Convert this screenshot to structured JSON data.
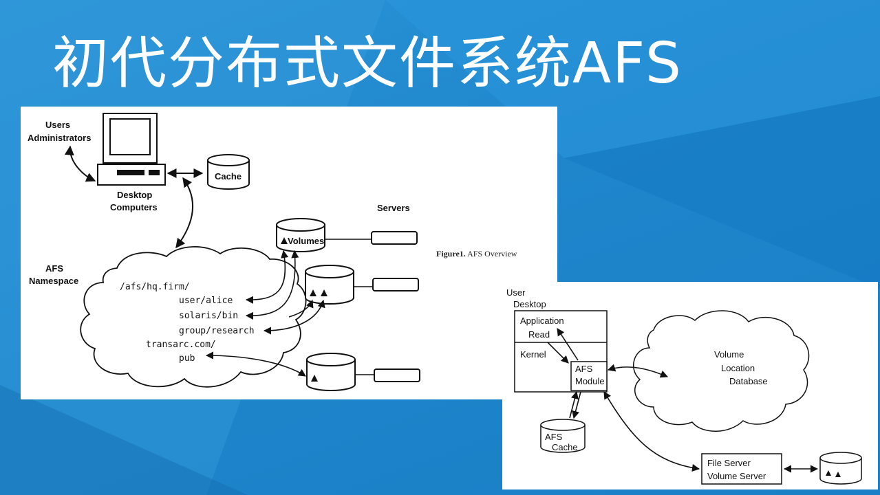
{
  "slide": {
    "title": "初代分布式文件系统AFS"
  },
  "figure1": {
    "caption_bold": "Figure1.",
    "caption_rest": " AFS Overview",
    "users_label": "Users",
    "admins_label": "Administrators",
    "desktop_label_1": "Desktop",
    "desktop_label_2": "Computers",
    "cache_label": "Cache",
    "servers_label": "Servers",
    "volumes_label": "Volumes",
    "namespace_label_1": "AFS",
    "namespace_label_2": "Namespace",
    "paths": [
      "/afs/hq.firm/",
      "user/alice",
      "solaris/bin",
      "group/research",
      "transarc.com/",
      "pub"
    ]
  },
  "figure2": {
    "user_desktop_1": "User",
    "user_desktop_2": "Desktop",
    "application_label": "Application",
    "read_label": "Read",
    "kernel_label": "Kernel",
    "afs_module_1": "AFS",
    "afs_module_2": "Module",
    "afs_cache_1": "AFS",
    "afs_cache_2": "Cache",
    "vldb_1": "Volume",
    "vldb_2": "Location",
    "vldb_3": "Database",
    "file_server": "File Server",
    "volume_server": "Volume Server"
  }
}
